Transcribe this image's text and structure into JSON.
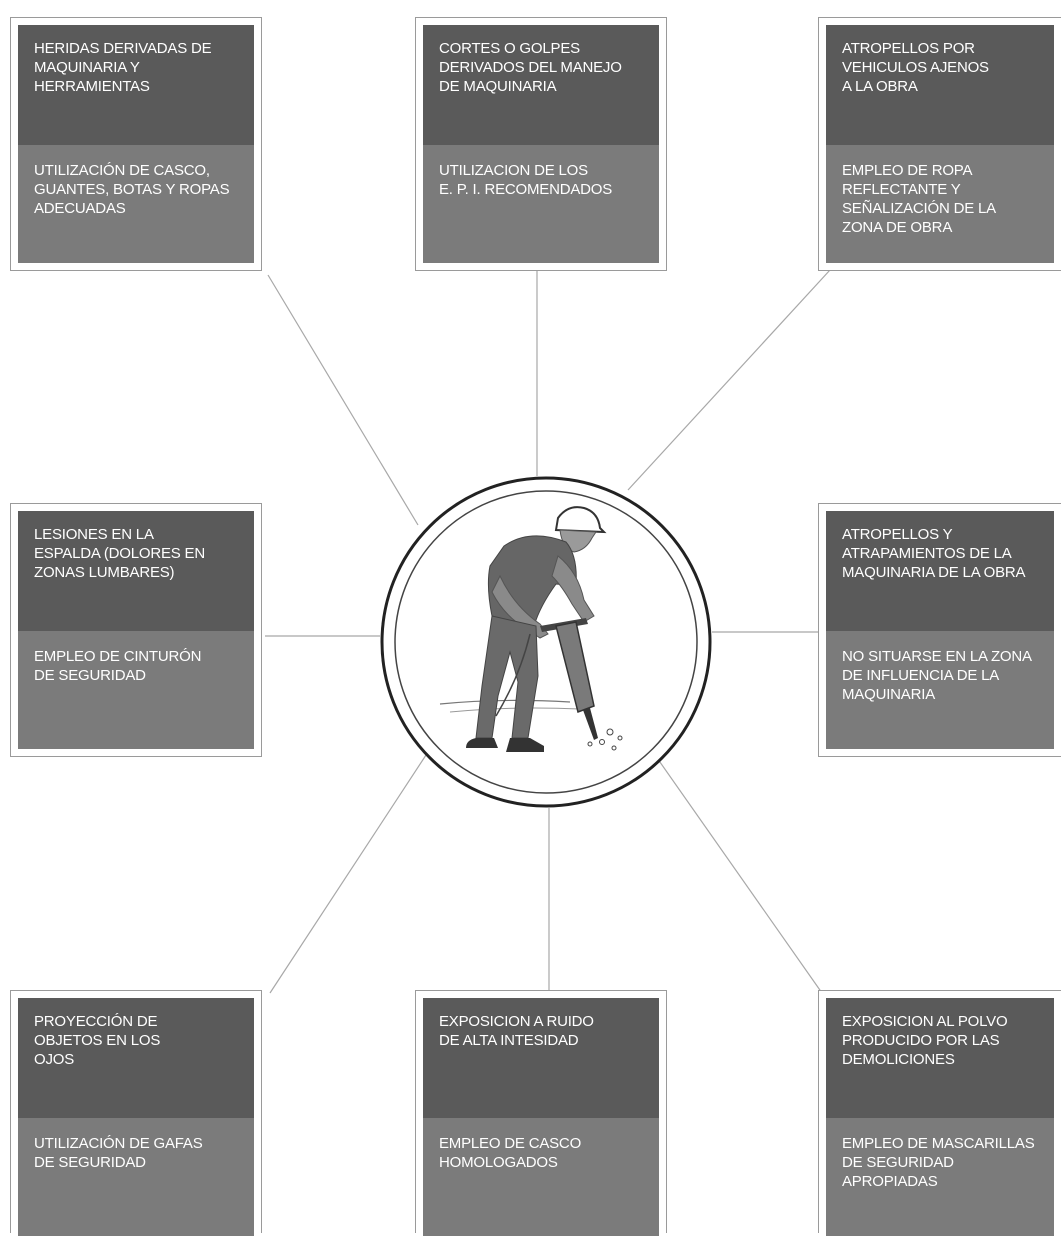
{
  "diagram": {
    "center_icon": "worker-jackhammer-icon",
    "colors": {
      "risk_bg": "#5a5a5a",
      "measure_bg": "#7b7b7b",
      "text": "#ffffff",
      "line": "#a8a8a8"
    },
    "cards": [
      {
        "id": "top-left",
        "risk": [
          "HERIDAS DERIVADAS DE",
          "MAQUINARIA Y",
          "HERRAMIENTAS"
        ],
        "measure": [
          "UTILIZACIÓN DE CASCO,",
          "GUANTES, BOTAS Y ROPAS",
          "ADECUADAS"
        ]
      },
      {
        "id": "top-center",
        "risk": [
          "CORTES O GOLPES",
          "DERIVADOS DEL MANEJO",
          "DE MAQUINARIA"
        ],
        "measure": [
          "UTILIZACION DE LOS",
          "E. P. I. RECOMENDADOS"
        ]
      },
      {
        "id": "top-right",
        "risk": [
          "ATROPELLOS POR",
          "VEHICULOS AJENOS",
          "A LA OBRA"
        ],
        "measure": [
          "EMPLEO DE ROPA",
          "REFLECTANTE Y",
          "SEÑALIZACIÓN DE LA",
          "ZONA DE OBRA"
        ]
      },
      {
        "id": "middle-left",
        "risk": [
          "LESIONES EN LA",
          "ESPALDA (DOLORES EN",
          "ZONAS LUMBARES)"
        ],
        "measure": [
          "EMPLEO DE CINTURÓN",
          "DE SEGURIDAD"
        ]
      },
      {
        "id": "middle-right",
        "risk": [
          "ATROPELLOS Y",
          "ATRAPAMIENTOS DE LA",
          "MAQUINARIA DE LA OBRA"
        ],
        "measure": [
          "NO SITUARSE EN LA ZONA",
          "DE INFLUENCIA DE LA",
          "MAQUINARIA"
        ]
      },
      {
        "id": "bottom-left",
        "risk": [
          "PROYECCIÓN DE",
          "OBJETOS EN LOS",
          "OJOS"
        ],
        "measure": [
          "UTILIZACIÓN DE GAFAS",
          "DE SEGURIDAD"
        ]
      },
      {
        "id": "bottom-center",
        "risk": [
          "EXPOSICION A RUIDO",
          "DE ALTA INTESIDAD"
        ],
        "measure": [
          "EMPLEO DE CASCO",
          "HOMOLOGADOS"
        ]
      },
      {
        "id": "bottom-right",
        "risk": [
          "EXPOSICION AL POLVO",
          "PRODUCIDO POR LAS",
          "DEMOLICIONES"
        ],
        "measure": [
          "EMPLEO DE MASCARILLAS",
          "DE SEGURIDAD",
          "APROPIADAS"
        ]
      }
    ]
  }
}
